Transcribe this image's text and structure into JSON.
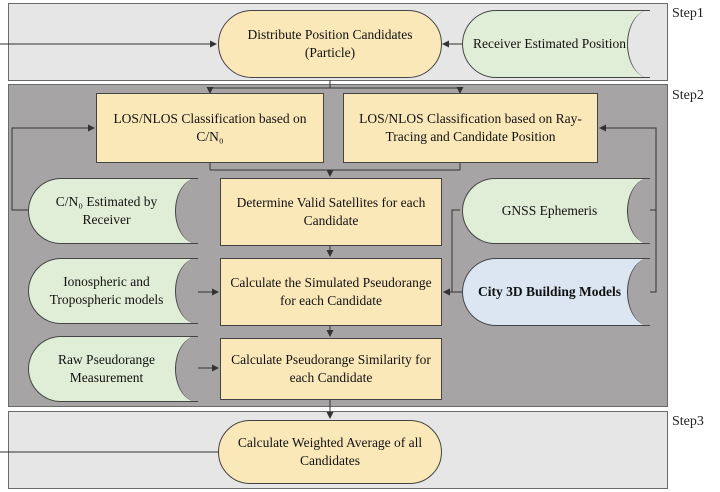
{
  "steps": {
    "step1": "Step1",
    "step2": "Step2",
    "step3": "Step3"
  },
  "boxes": {
    "distribute": "Distribute Position Candidates (Particle)",
    "receiver_position": "Receiver Estimated Position",
    "los_cn0": "LOS/NLOS Classification based on C/N₀",
    "los_ray": "LOS/NLOS Classification based on Ray-Tracing and Candidate Position",
    "cn0_receiver": "C/N₀ Estimated by Receiver",
    "valid_sats": "Determine Valid Satellites for each Candidate",
    "gnss_ephemeris": "GNSS Ephemeris",
    "iono_tropo": "Ionospheric and Tropospheric models",
    "sim_pseudorange": "Calculate the Simulated Pseudorange for each Candidate",
    "city_3d": "City 3D Building Models",
    "raw_pseudorange": "Raw Pseudorange Measurement",
    "similarity": "Calculate Pseudorange Similarity for each Candidate",
    "weighted_avg": "Calculate Weighted Average of all Candidates"
  },
  "colors": {
    "process_fill": "#fbe8b9",
    "data_fill": "#e0eed7",
    "building_fill": "#dbe6f2",
    "step2_background": "#a6a4a4",
    "step1_step3_background": "#e6e6e6"
  }
}
